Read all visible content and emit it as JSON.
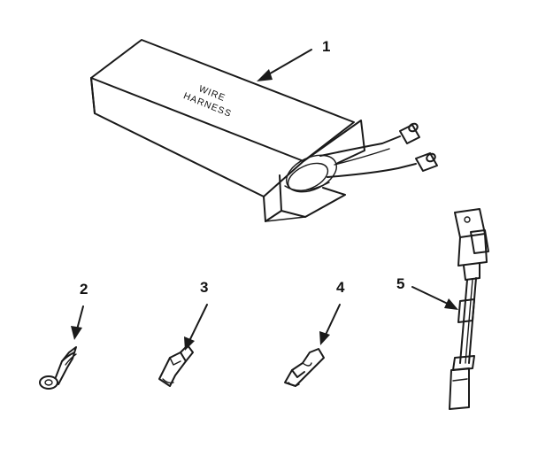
{
  "colors": {
    "ink": "#1a1a1a",
    "background": "#ffffff"
  },
  "box": {
    "label_line1": "WIRE",
    "label_line2": "HARNESS"
  },
  "callouts": [
    {
      "id": "1",
      "label": "1",
      "part": "wire harness kit box"
    },
    {
      "id": "2",
      "label": "2",
      "part": "ring terminal"
    },
    {
      "id": "3",
      "label": "3",
      "part": "spade terminal"
    },
    {
      "id": "4",
      "label": "4",
      "part": "spade terminal"
    },
    {
      "id": "5",
      "label": "5",
      "part": "connector with lead"
    }
  ]
}
